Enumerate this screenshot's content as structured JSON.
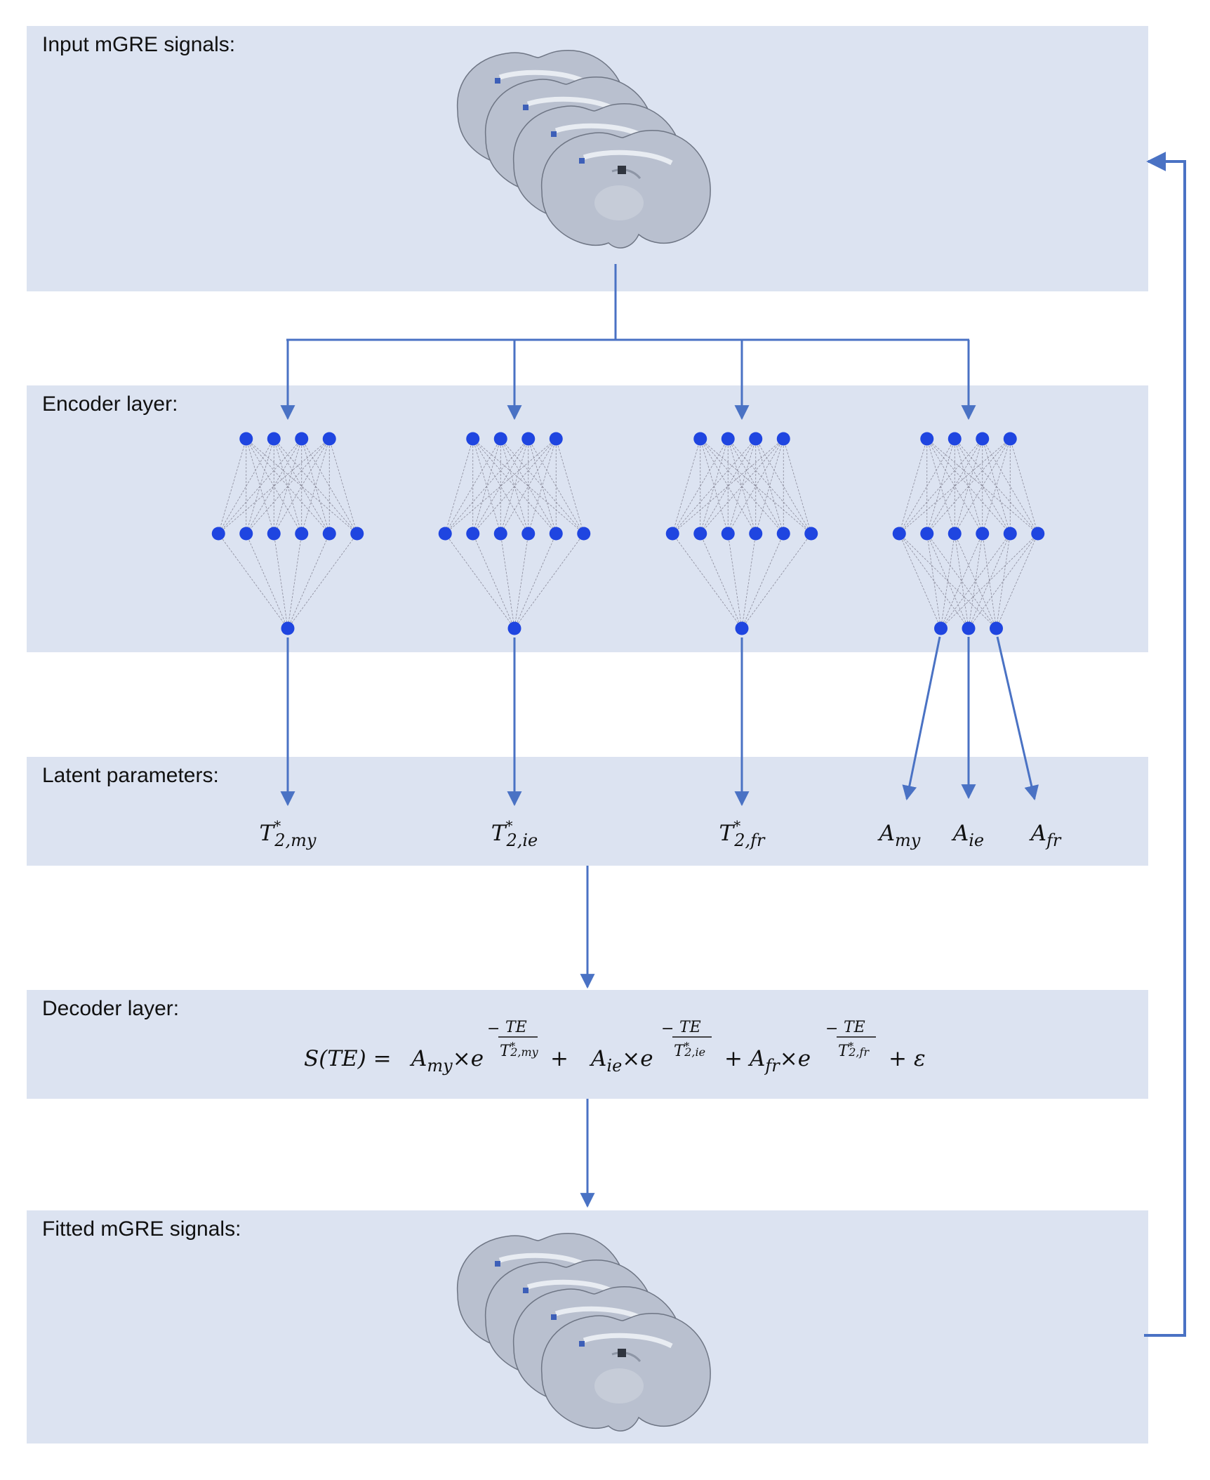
{
  "panels": {
    "input_title": "Input mGRE signals:",
    "encoder_title": "Encoder layer:",
    "latent_title": "Latent parameters:",
    "decoder_title": "Decoder layer:",
    "fitted_title": "Fitted mGRE signals:"
  },
  "latent_params": [
    {
      "base": "T",
      "sup": "*",
      "sub": "2,my"
    },
    {
      "base": "T",
      "sup": "*",
      "sub": "2,ie"
    },
    {
      "base": "T",
      "sup": "*",
      "sub": "2,fr"
    },
    {
      "base": "A",
      "sup": "",
      "sub": "my"
    },
    {
      "base": "A",
      "sup": "",
      "sub": "ie"
    },
    {
      "base": "A",
      "sup": "",
      "sub": "fr"
    }
  ],
  "equation": {
    "lhs": "S(TE) =",
    "terms": [
      {
        "coef": "A",
        "coef_sub": "my",
        "num": "TE",
        "den": "T",
        "den_sub": "2,my",
        "den_sup": "*"
      },
      {
        "coef": "A",
        "coef_sub": "ie",
        "num": "TE",
        "den": "T",
        "den_sub": "2,ie",
        "den_sup": "*"
      },
      {
        "coef": "A",
        "coef_sub": "fr",
        "num": "TE",
        "den": "T",
        "den_sub": "2,fr",
        "den_sup": "*"
      }
    ],
    "times": "×e",
    "plus": "+",
    "minus": "−",
    "error": "ε"
  },
  "networks": [
    {
      "input_nodes": 4,
      "hidden_nodes": 6,
      "output_nodes": 1
    },
    {
      "input_nodes": 4,
      "hidden_nodes": 6,
      "output_nodes": 1
    },
    {
      "input_nodes": 4,
      "hidden_nodes": 6,
      "output_nodes": 1
    },
    {
      "input_nodes": 4,
      "hidden_nodes": 6,
      "output_nodes": 3
    }
  ],
  "colors": {
    "panel_bg": "#dce3f1",
    "arrow": "#4a72c4",
    "node": "#1f45e0",
    "edge": "#8a8a9a",
    "brain": "#b9c0cf",
    "roi": "#3d5fb8"
  }
}
